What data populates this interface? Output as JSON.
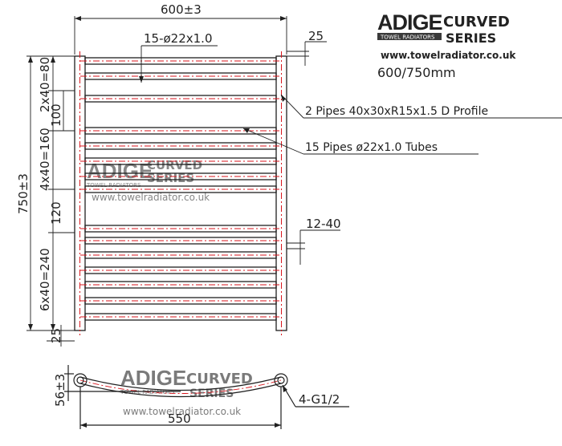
{
  "header": {
    "brand_name": "ADIGE",
    "brand_tagline": "TOWEL RADIATORS",
    "series_line1": "CURVED",
    "series_line2": "SERIES",
    "website": "www.towelradiator.co.uk",
    "model_size": "600/750mm"
  },
  "watermark": {
    "brand_name": "ADIGE",
    "brand_tagline": "TOWEL RADIATORS",
    "series_line1": "CURVED",
    "series_line2": "SERIES",
    "website": "www.towelradiator.co.uk"
  },
  "dimensions": {
    "overall_width": "600±3",
    "tube_count_top": "15-ø22x1.0",
    "edge_offset_top": "25",
    "overall_height": "750±3",
    "top_group": "2x40=80",
    "gap_upper": "100",
    "middle_group": "4x40=160",
    "gap_lower": "120",
    "bottom_group": "6x40=240",
    "edge_offset_bottom": "25",
    "side_gap": "12-40",
    "depth": "56±3",
    "centres": "550",
    "valve": "4-G1/2"
  },
  "callouts": {
    "pipes_profile": "2 Pipes 40x30xR15x1.5 D Profile",
    "tubes": "15 Pipes ø22x1.0 Tubes"
  },
  "colors": {
    "line": "#1f1f1f",
    "centerline": "#d9161d",
    "watermark": "#c9c9c9"
  }
}
